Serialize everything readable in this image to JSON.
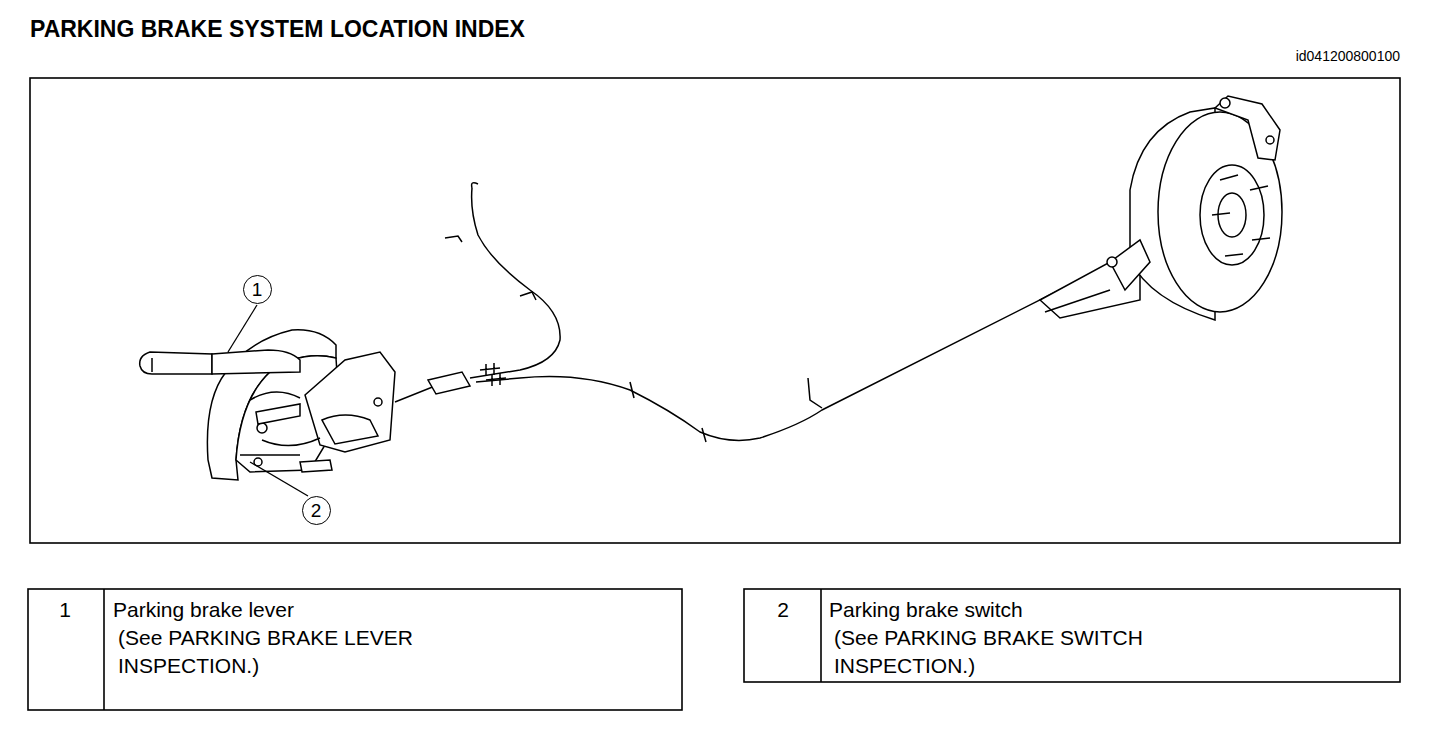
{
  "diagram": {
    "title": "PARKING BRAKE SYSTEM LOCATION INDEX",
    "nodes": [
      {
        "text": [
          "1"
        ]
      },
      {
        "text": [
          "2"
        ]
      }
    ],
    "labels": [
      "id041200800100",
      "1",
      "Parking brake lever",
      "(See PARKING BRAKE LEVER INSPECTION.)",
      "2",
      "Parking brake switch",
      "(See PARKING BRAKE SWITCH INSPECTION.)"
    ]
  }
}
